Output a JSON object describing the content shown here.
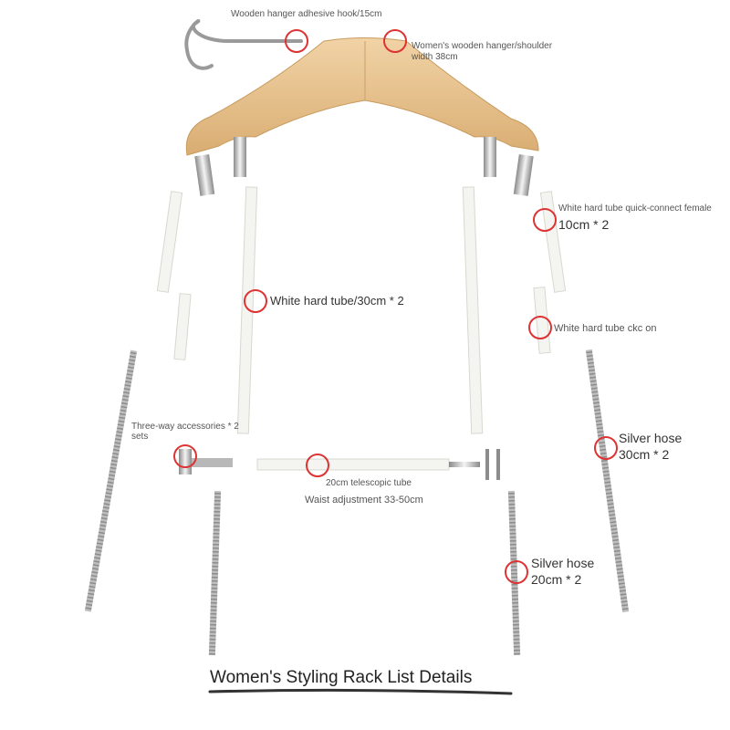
{
  "labels": {
    "hook": "Wooden hanger adhesive hook/15cm",
    "hanger_line1": "Women's wooden hanger/shoulder",
    "hanger_line2": "width 38cm",
    "quick_female_line1": "White hard tube quick-connect female",
    "quick_female_line2": "10cm * 2",
    "white_tube_30": "White hard tube/30cm * 2",
    "white_tube_ckc": "White hard tube ckc on",
    "three_way_line1": "Three-way accessories * 2",
    "three_way_line2": "sets",
    "telescopic": "20cm telescopic tube",
    "waist": "Waist adjustment 33-50cm",
    "silver30_line1": "Silver hose",
    "silver30_line2": "30cm * 2",
    "silver20_line1": "Silver hose",
    "silver20_line2": "20cm * 2"
  },
  "title": "Women's Styling Rack List Details"
}
